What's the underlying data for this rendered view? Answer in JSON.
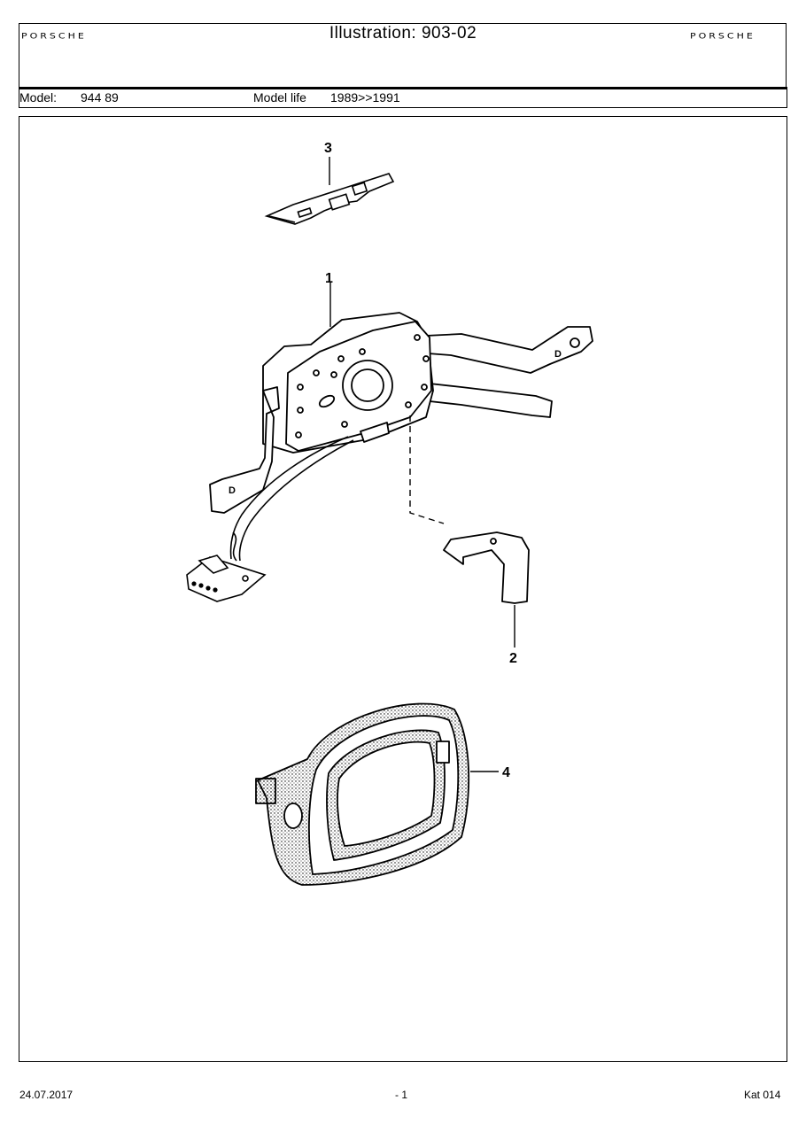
{
  "header": {
    "title": "Illustration: 903-02",
    "brand_left": "PORSCHE",
    "brand_right": "PORSCHE"
  },
  "model": {
    "model_label": "Model:",
    "model_value": "944 89",
    "life_label": "Model life",
    "life_value": "1989>>1991"
  },
  "callouts": {
    "c1": "1",
    "c2": "2",
    "c3": "3",
    "c4": "4"
  },
  "footer": {
    "date": "24.07.2017",
    "page": "- 1",
    "catalog": "Kat 014"
  }
}
